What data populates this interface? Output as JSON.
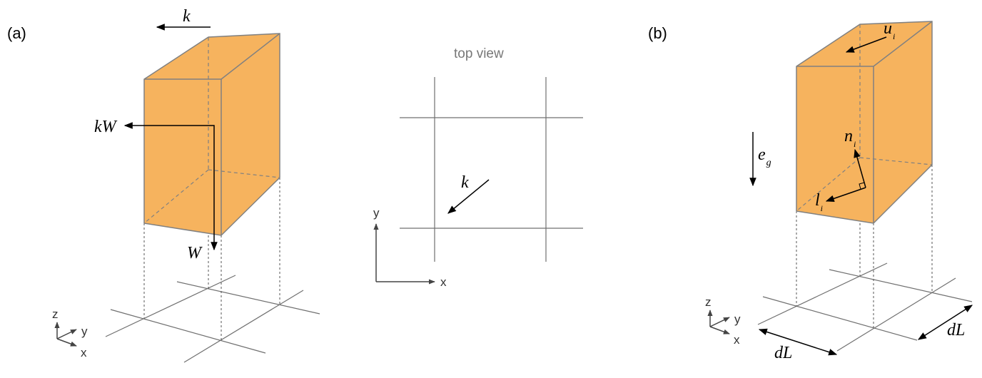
{
  "panel_a": {
    "label": "(a)",
    "k": "k",
    "kW": "kW",
    "W": "W",
    "axes": {
      "z": "z",
      "y": "y",
      "x": "x"
    }
  },
  "top_view": {
    "title": "top view",
    "k": "k",
    "axes": {
      "y": "y",
      "x": "x"
    }
  },
  "panel_b": {
    "label": "(b)",
    "u": "u",
    "u_sub": "i",
    "n": "n",
    "n_sub": "i",
    "l": "l",
    "l_sub": "i",
    "e": "e",
    "e_sub": "g",
    "dL_1": "dL",
    "dL_2": "dL",
    "axes": {
      "z": "z",
      "y": "y",
      "x": "x"
    }
  },
  "colors": {
    "box_fill": "#F6B35E",
    "edge": "#808080"
  }
}
